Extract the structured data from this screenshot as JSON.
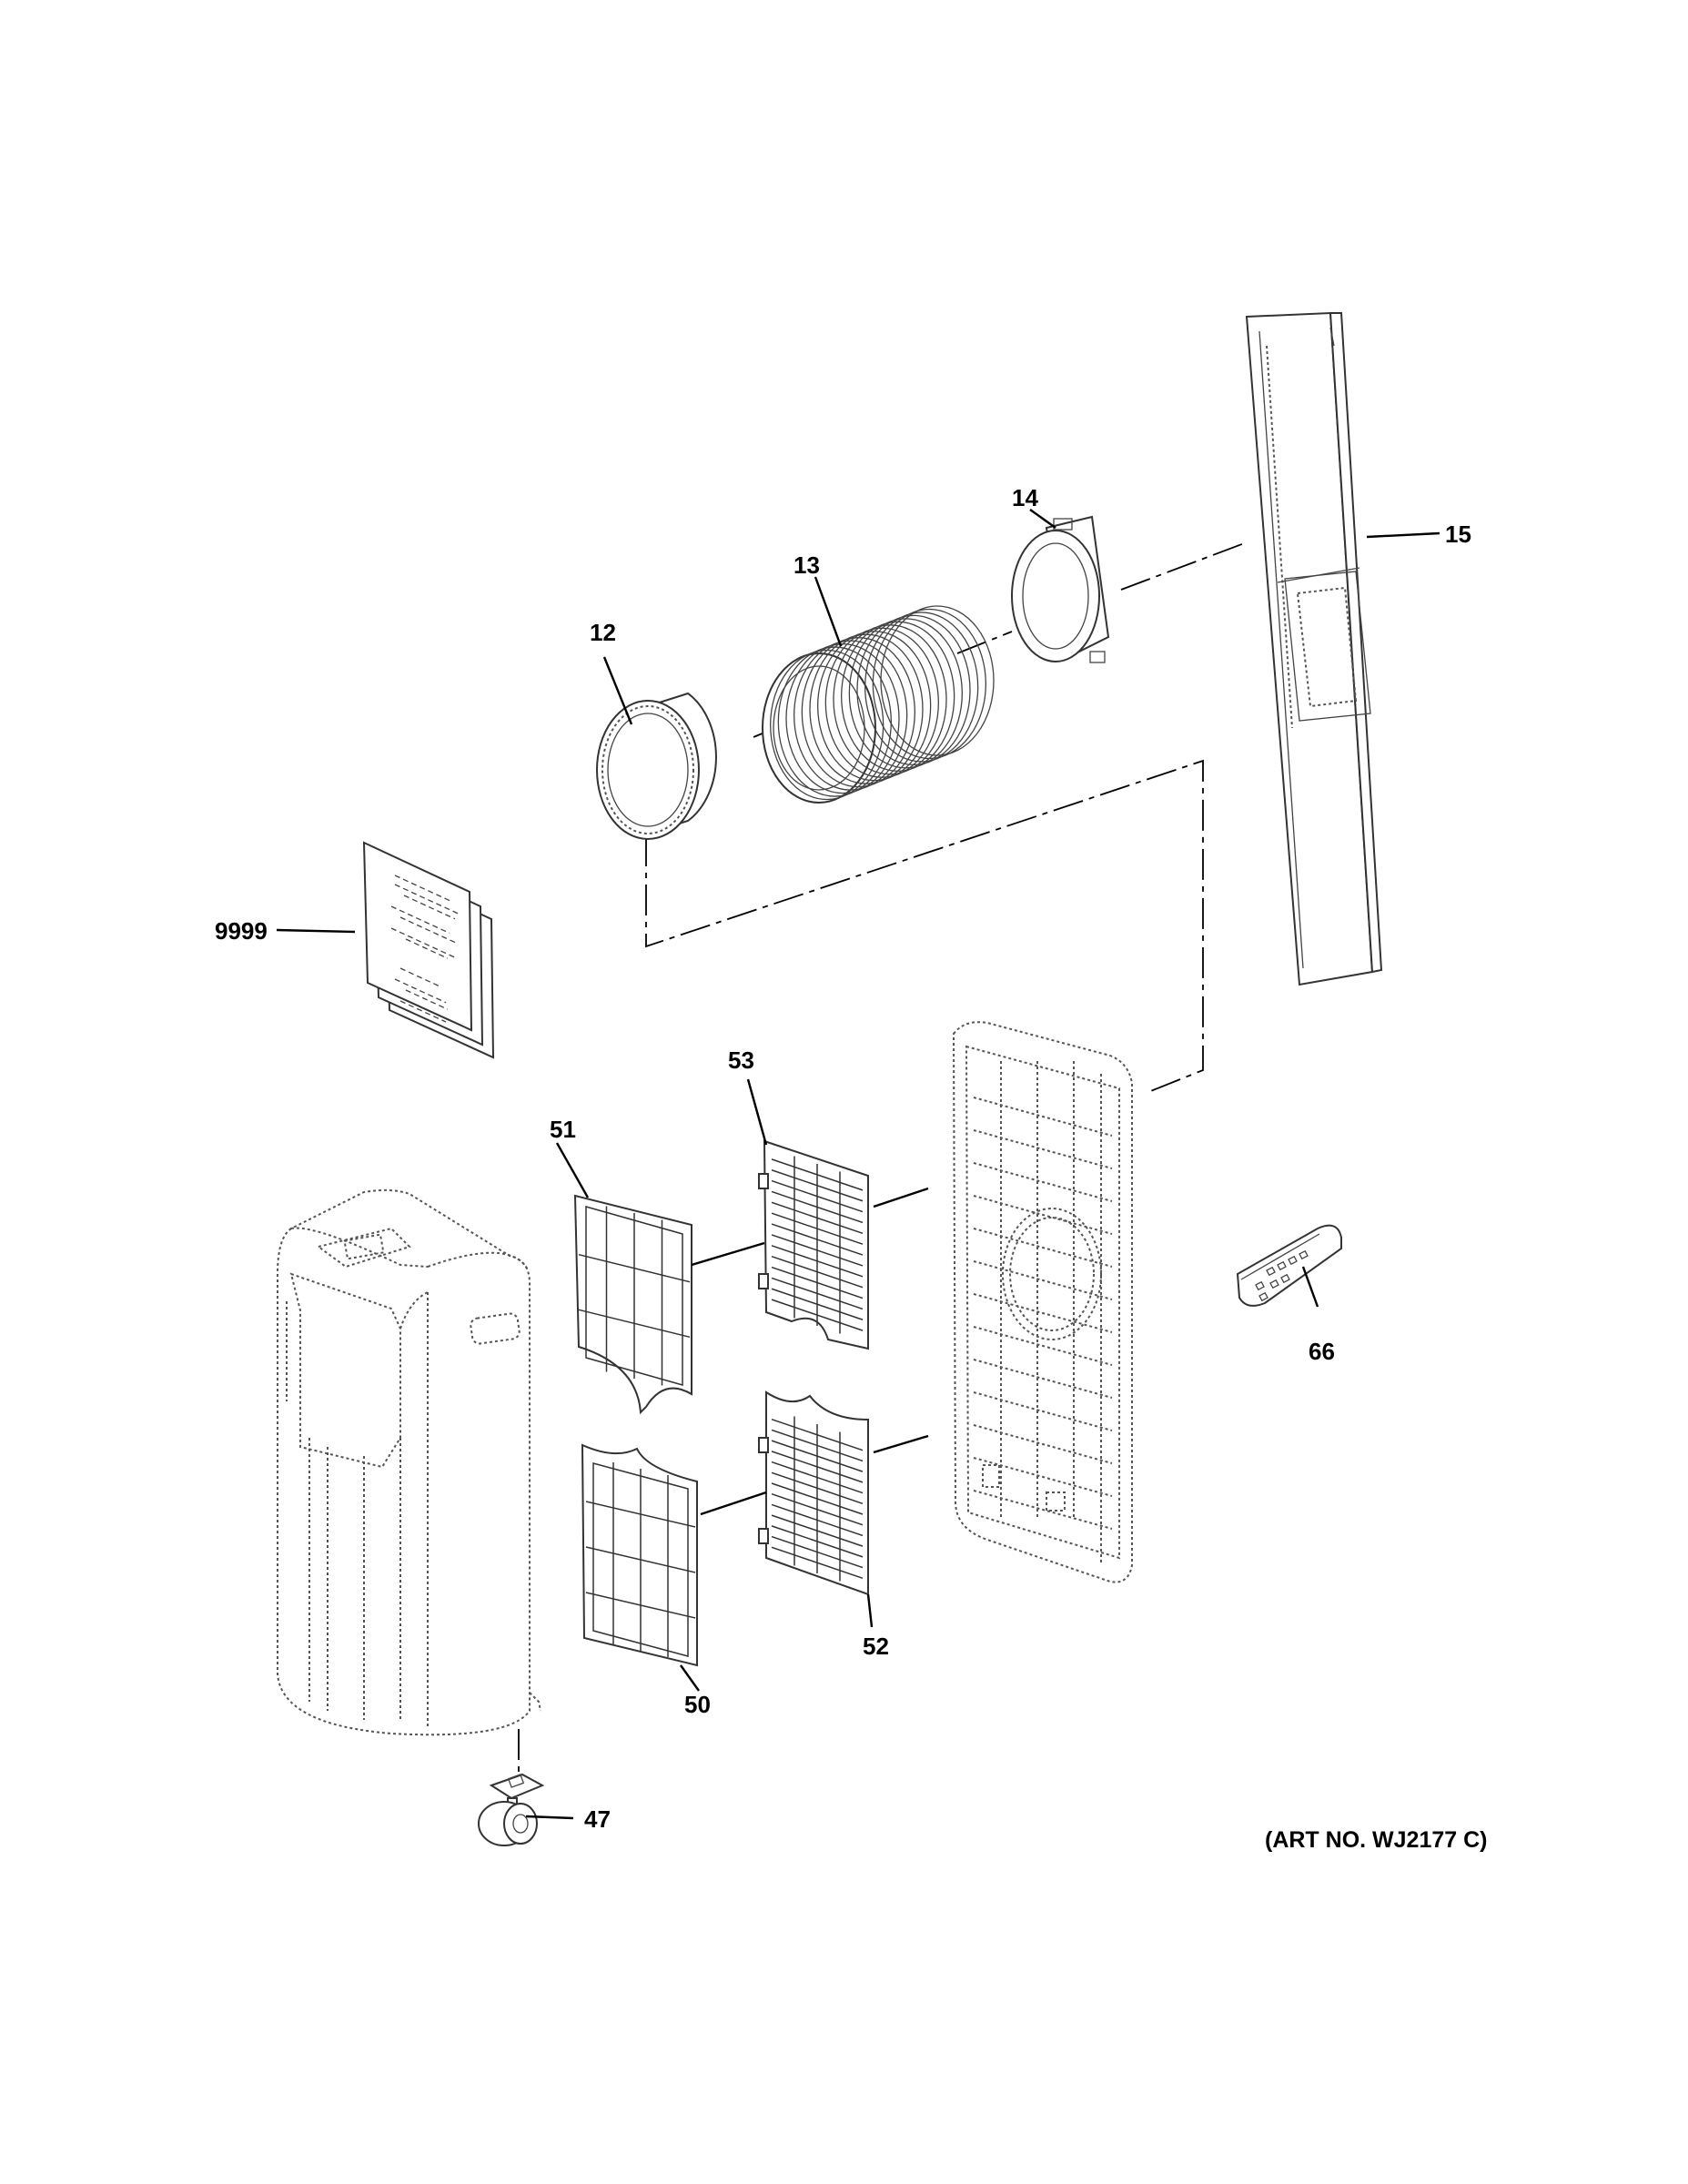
{
  "callouts": {
    "c12": "12",
    "c13": "13",
    "c14": "14",
    "c15": "15",
    "c9999": "9999",
    "c53": "53",
    "c51": "51",
    "c66": "66",
    "c52": "52",
    "c50": "50",
    "c47": "47"
  },
  "art_number": "(ART NO. WJ2177 C)",
  "colors": {
    "ink": "#000000",
    "background": "#ffffff"
  }
}
